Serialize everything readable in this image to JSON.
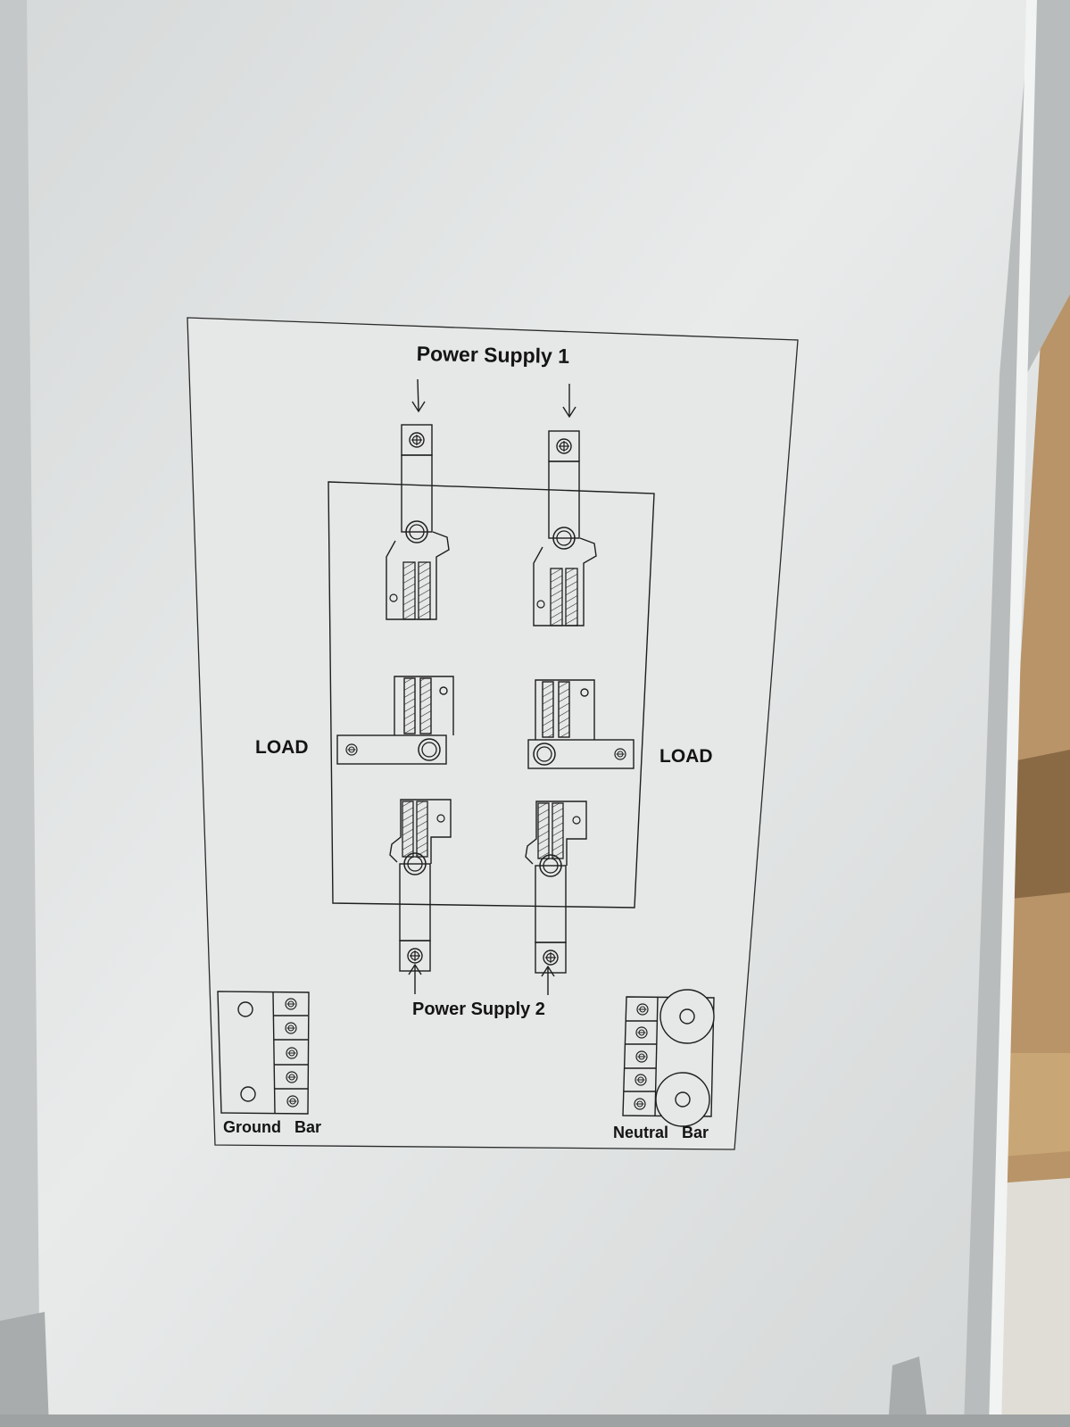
{
  "labels": {
    "power_supply_1": "Power Supply 1",
    "power_supply_2": "Power Supply 2",
    "load_left": "LOAD",
    "load_right": "LOAD",
    "ground_bar": "Ground Bar",
    "neutral_bar": "Neutral Bar"
  },
  "colors": {
    "panel": "#e4e6e6",
    "ink": "#1e1e1e",
    "cardboard": "#b89468"
  }
}
